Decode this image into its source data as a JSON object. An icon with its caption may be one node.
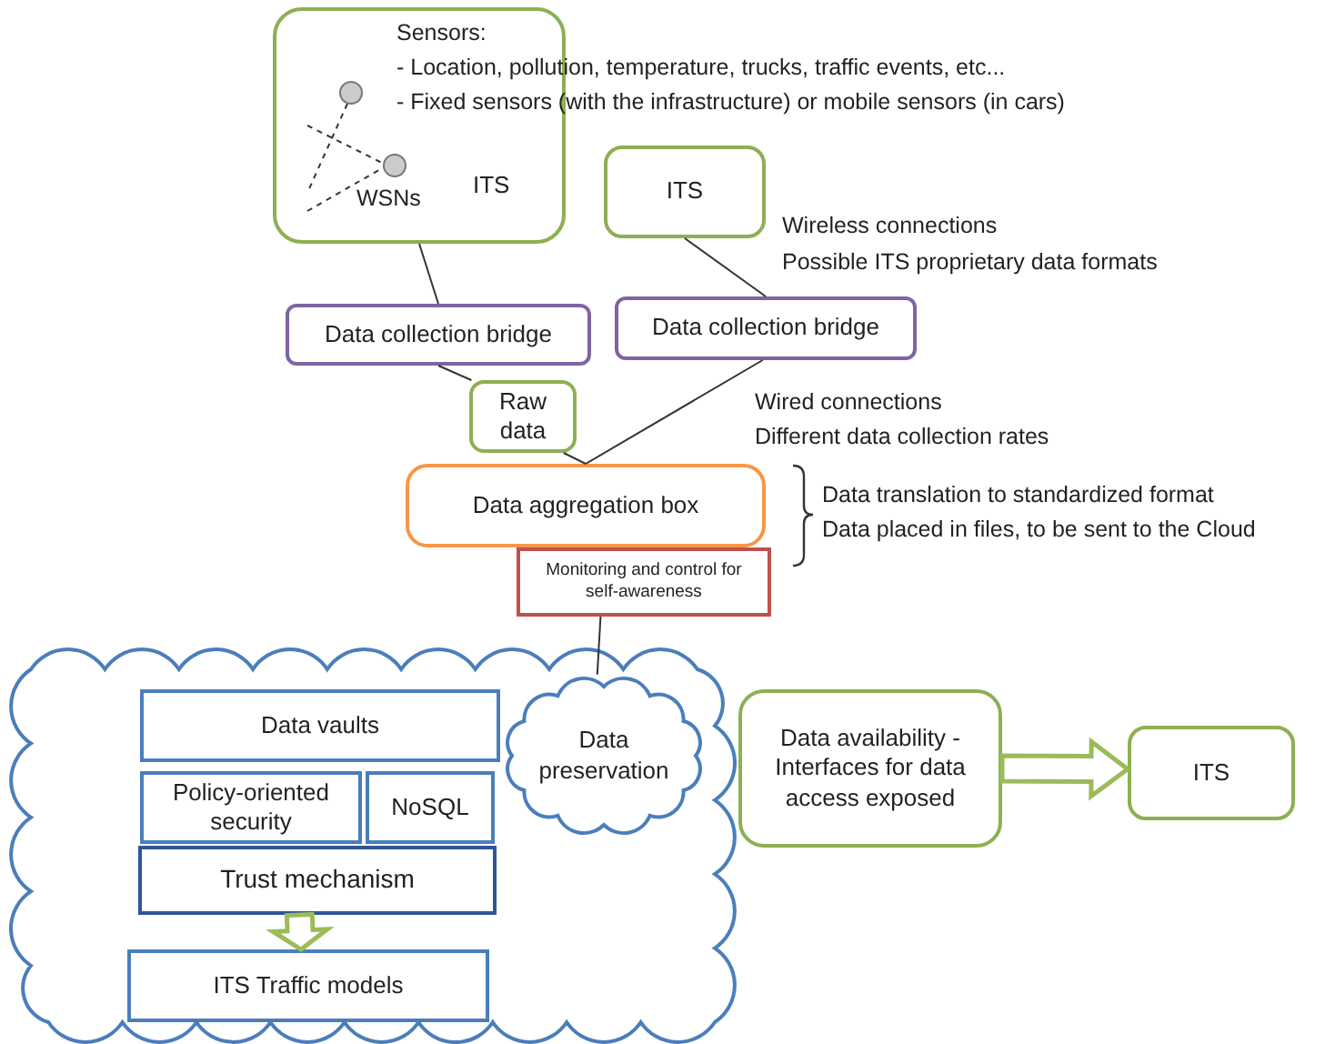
{
  "diagram": {
    "nodes": [
      {
        "text": [
          "ITS"
        ]
      },
      {
        "text": [
          "ITS"
        ]
      },
      {
        "text": [
          "Data collection bridge"
        ]
      },
      {
        "text": [
          "Data collection bridge"
        ]
      },
      {
        "text": [
          "Raw data"
        ]
      },
      {
        "text": [
          "Data aggregation box"
        ]
      },
      {
        "text": [
          "Monitoring and control for self-awareness"
        ]
      },
      {
        "text": [],
        "shape": "cloud"
      },
      {
        "text": [
          "Data preservation"
        ],
        "in": 7
      },
      {
        "text": [
          "Data vaults"
        ],
        "in": 7
      },
      {
        "text": [
          "Policy-oriented security"
        ],
        "in": 7
      },
      {
        "text": [
          "NoSQL"
        ],
        "in": 7
      },
      {
        "text": [
          "Trust mechanism"
        ],
        "in": 7
      },
      {
        "text": [
          "ITS Traffic models"
        ],
        "in": 7
      },
      {
        "text": [
          "Data availability - Interfaces for data access exposed"
        ]
      },
      {
        "text": [
          "ITS"
        ]
      }
    ],
    "edges": [
      {
        "from": 0,
        "to": 2,
        "arrow": "none"
      },
      {
        "from": 1,
        "to": 3,
        "arrow": "none"
      },
      {
        "from": 2,
        "to": 4,
        "arrow": "none"
      },
      {
        "from": 3,
        "to": 5,
        "arrow": "none"
      },
      {
        "from": 4,
        "to": 5,
        "arrow": "none"
      },
      {
        "from": 6,
        "to": 8,
        "arrow": "none"
      },
      {
        "from": 14,
        "to": 15,
        "arrow": "to",
        "style": "thick",
        "color": "#9bbb59"
      },
      {
        "from": 12,
        "to": 13,
        "arrow": "to",
        "style": "thick",
        "color": "#9bbb59"
      }
    ],
    "labels": [
      "Sensors:",
      "- Location, pollution, temperature, trucks, traffic events, etc...",
      "- Fixed sensors (with the infrastructure) or mobile sensors (in cars)",
      "WSNs",
      "Wireless connections",
      "Possible ITS proprietary data formats",
      "Wired connections",
      "Different data collection rates",
      "Data translation to standardized format",
      "Data placed in files, to be sent to the Cloud"
    ]
  }
}
